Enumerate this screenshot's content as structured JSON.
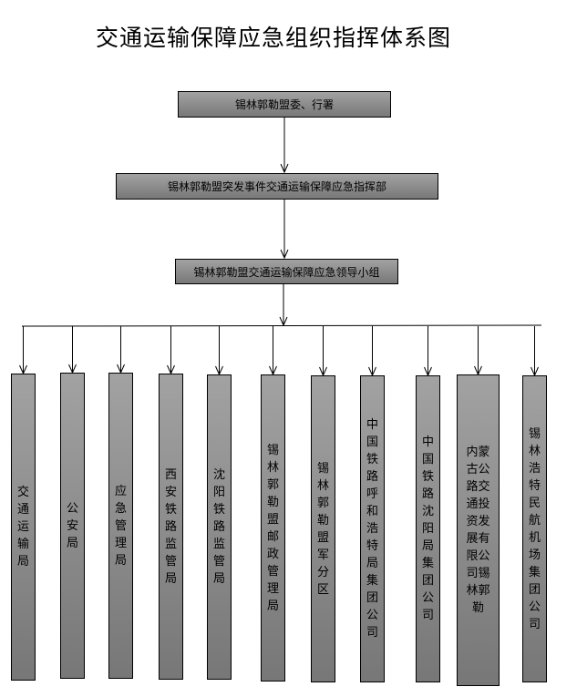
{
  "title": "交通运输保障应急组织指挥体系图",
  "levels": [
    "锡林郭勒盟委、行署",
    "锡林郭勒盟突发事件交通运输保障应急指挥部",
    "锡林郭勒盟交通运输保障应急领导小组"
  ],
  "units": [
    "交通运输局",
    "公安局",
    "应急管理局",
    "西安铁路监管局",
    "沈阳铁路监管局",
    "锡林郭勒盟邮政管理局",
    "锡林郭勒盟军分区",
    "中国铁路呼和浩特局集团公司",
    "中国铁路沈阳局集团公司",
    "内蒙古公路交通投资发展有限公司锡林郭勒",
    "锡林浩特民航机场集团公司"
  ]
}
